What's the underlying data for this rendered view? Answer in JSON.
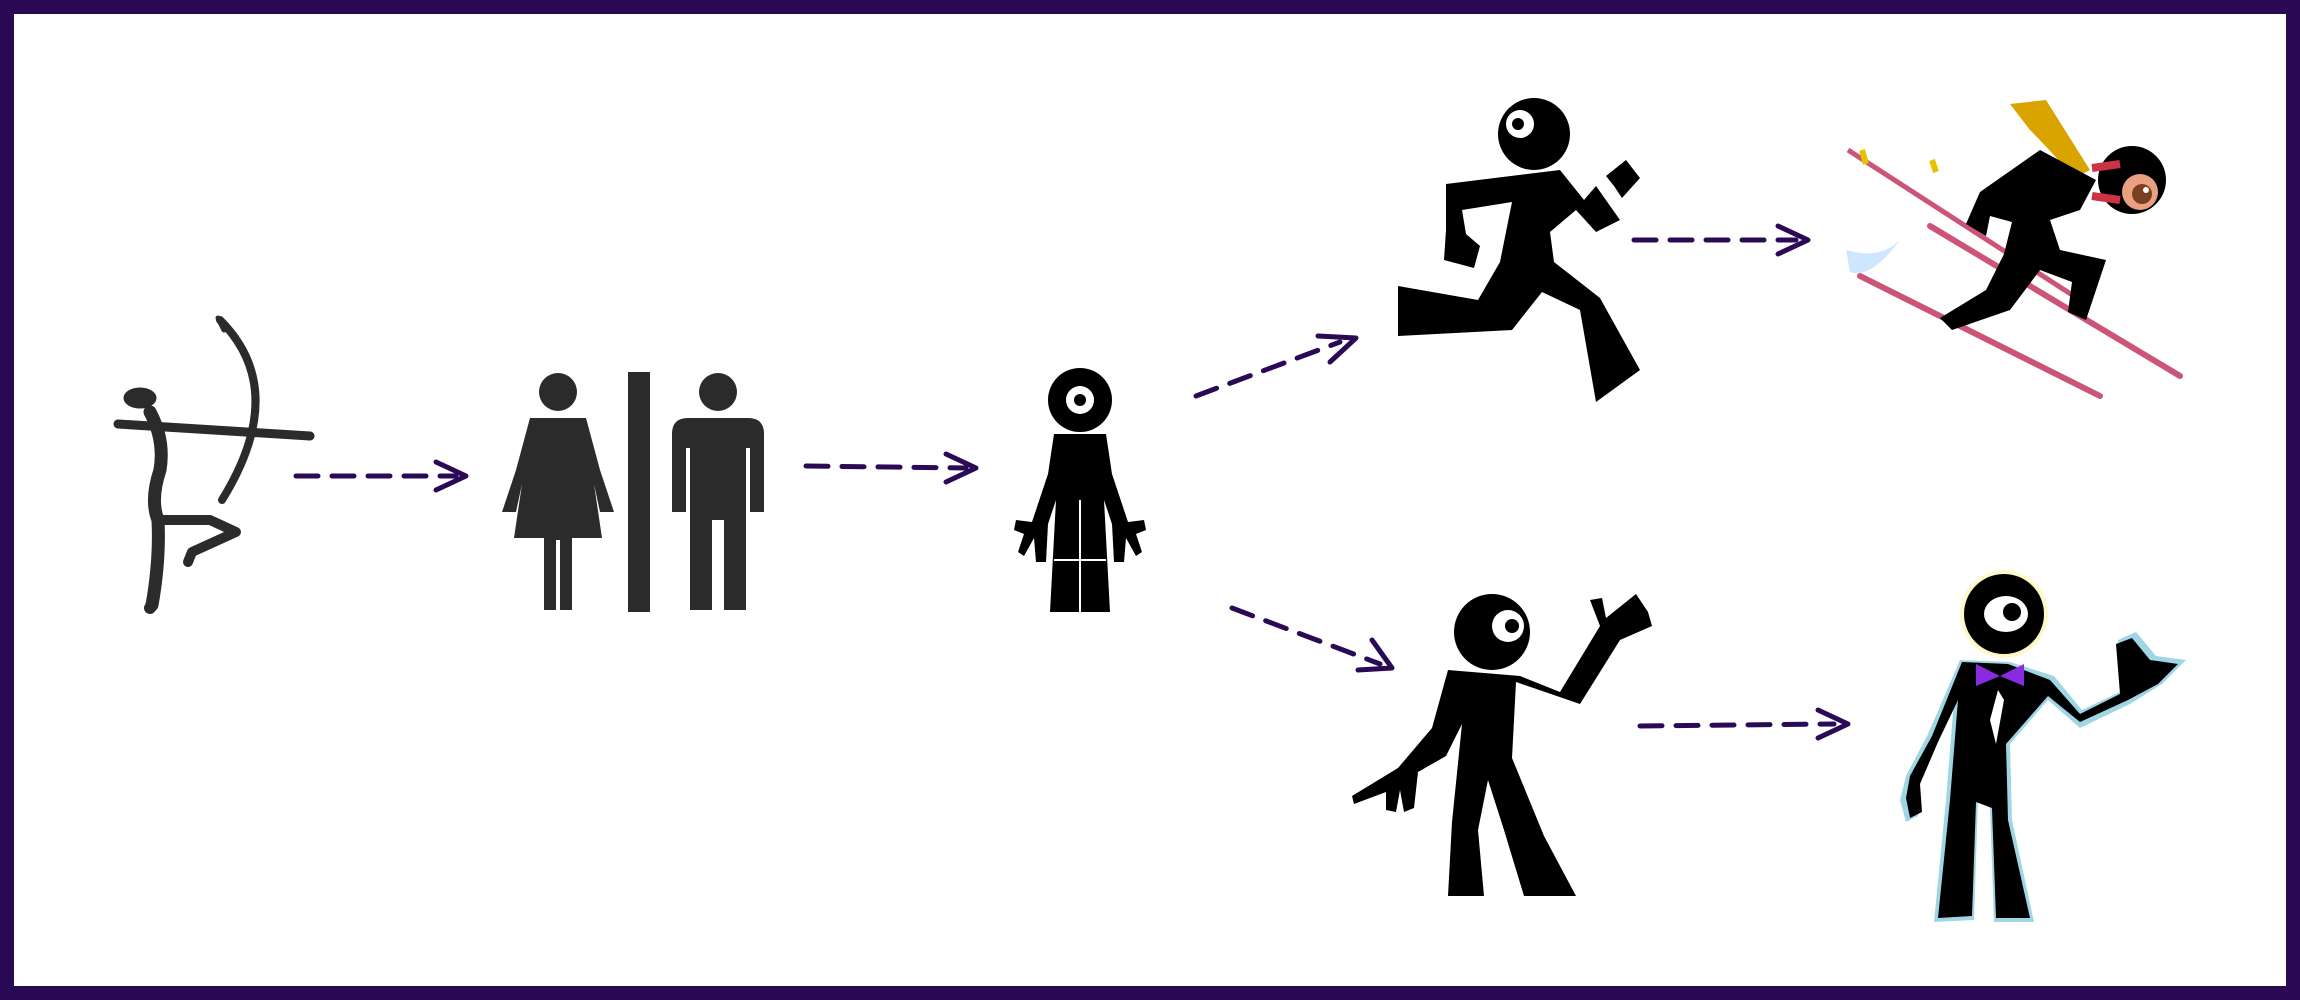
{
  "colors": {
    "frame": "#2a0a55",
    "arrow": "#2a0a55",
    "figure": "#000000",
    "signage": "#2b2b2b",
    "scarf": "#d9a400",
    "ski": "#cc5577",
    "goggles": "#cc3344",
    "bowtie": "#8a2be2",
    "outline_glow": "#9fd6e6",
    "snow": "#cfe6ff"
  },
  "diagram": {
    "nodes": [
      {
        "id": "cave-archer",
        "icon": "cave-painting-archer-icon"
      },
      {
        "id": "restroom-sign",
        "icon": "restroom-sign-icon"
      },
      {
        "id": "cyclops-robot",
        "icon": "standing-figure-icon"
      },
      {
        "id": "running-figure",
        "icon": "running-stick-figure-icon"
      },
      {
        "id": "skier-figure",
        "icon": "skiing-stick-figure-icon"
      },
      {
        "id": "waving-figure",
        "icon": "waving-stick-figure-icon"
      },
      {
        "id": "tuxedo-figure",
        "icon": "tuxedo-stick-figure-icon"
      }
    ],
    "edges": [
      {
        "from": "cave-archer",
        "to": "restroom-sign"
      },
      {
        "from": "restroom-sign",
        "to": "cyclops-robot"
      },
      {
        "from": "cyclops-robot",
        "to": "running-figure"
      },
      {
        "from": "running-figure",
        "to": "skier-figure"
      },
      {
        "from": "cyclops-robot",
        "to": "waving-figure"
      },
      {
        "from": "waving-figure",
        "to": "tuxedo-figure"
      }
    ]
  }
}
